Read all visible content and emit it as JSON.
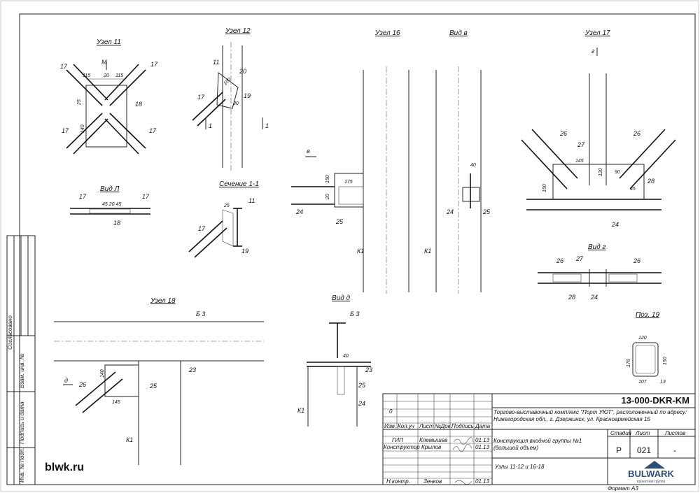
{
  "website": "blwk.ru",
  "views": {
    "uzel11": "Узел 11",
    "uzel12": "Узел 12",
    "uzel16": "Узел 16",
    "vid_v": "Вид в",
    "uzel17": "Узел 17",
    "vid_l": "Вид Л",
    "sechenie": "Сечение 1-1",
    "vid_g": "Вид г",
    "uzel18": "Узел 18",
    "vid_d": "Вид д",
    "poz19": "Поз. 19"
  },
  "marks": {
    "m": "М",
    "v": "в",
    "g": "г",
    "d": "д",
    "one": "1",
    "p17": "17",
    "p18": "18",
    "p19": "19",
    "p20": "20",
    "p23": "23",
    "p24": "24",
    "p25": "25",
    "p26": "26",
    "p27": "27",
    "p28": "28",
    "k1": "К1",
    "b3": "Б 3",
    "n11": "11"
  },
  "dims": {
    "d115": "115",
    "d20": "20",
    "d140": "140",
    "d25": "25",
    "d150": "150",
    "d175": "175",
    "d40": "40",
    "d145": "145",
    "d120": "120",
    "d90": "90",
    "d45": "45",
    "d30": "30",
    "d100": "100",
    "d176": "176",
    "d107": "107",
    "d13": "13",
    "d45_20_45": "45 20 45"
  },
  "side_stamp": {
    "soglasovano": "Согласовано",
    "vzam": "Взам. инв. №",
    "podpis": "Подпись и дата",
    "inv": "Инв. № подл."
  },
  "title_block": {
    "doc_code": "13-000-DKR-KM",
    "object": "Торгово-выставочный комплекс \"Порт УЮТ\", расположенный по адресу: Нижегородская обл., г. Дзержинск, ул. Красноармейская 15",
    "section": "Конструкция входной группы №1 (большой объем)",
    "sheet_title": "Узлы 11-12 и 16-18",
    "rev": "0",
    "col_izm": "Изм.",
    "col_koluch": "Кол.уч",
    "col_list": "Лист",
    "col_ndok": "№Док.",
    "col_podpis": "Подпись",
    "col_data": "Дата",
    "role_gip": "ГИП",
    "name_gip": "Клемышев",
    "date_gip": "01.13",
    "role_konstr": "Конструктор",
    "name_konstr": "Крылов",
    "date_konstr": "01.13",
    "role_nkontr": "Н.контр.",
    "name_nkontr": "Зенков",
    "date_nkontr": "01.13",
    "stadia_label": "Стадия",
    "list_label": "Лист",
    "listov_label": "Листов",
    "stadia": "Р",
    "list": "021",
    "listov": "-",
    "company": "BULWARK",
    "company_sub": "проектная группа",
    "format": "Формат А3"
  }
}
